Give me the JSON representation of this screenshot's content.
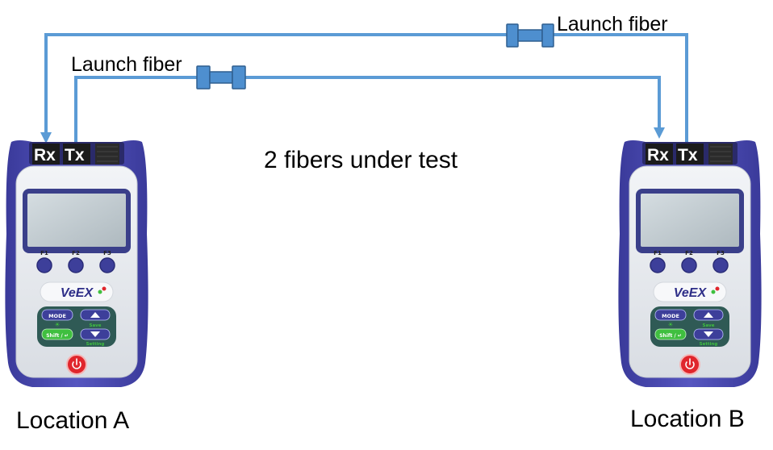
{
  "title": "2 fibers under test",
  "launch_fiber_label": "Launch fiber",
  "locations": [
    {
      "name": "Location A"
    },
    {
      "name": "Location B"
    }
  ],
  "ports": {
    "rx": "Rx",
    "tx": "Tx"
  },
  "device": {
    "brand": "VeEX",
    "function_keys": [
      "F1",
      "F2",
      "F3"
    ],
    "keys": {
      "mode": "MODE",
      "shift": "Shift / ↵",
      "save": "Save",
      "setting": "Setting"
    }
  },
  "colors": {
    "fiber": "#5b9bd5",
    "connector": "#4e8fcf",
    "connector_outline": "#2f5f8f",
    "body": "#4b4bb0",
    "panel": "#e6e9ee",
    "screen_bezel": "#3a3f8a",
    "screen": "#bfc9cf",
    "key_pad": "#2f5a55",
    "accent_green": "#3fbf3f",
    "power": "#e0262c"
  },
  "icons": {
    "power": "power-icon",
    "up": "arrow-up-icon",
    "down": "arrow-down-icon",
    "led": "status-led-icon"
  }
}
